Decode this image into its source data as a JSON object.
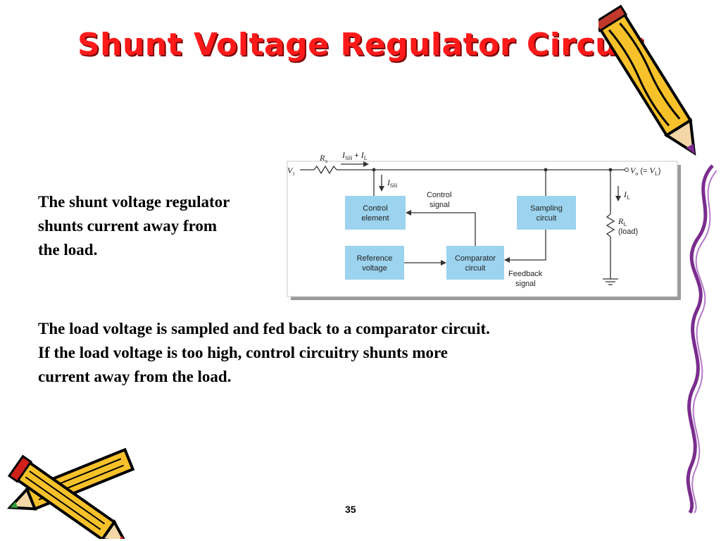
{
  "slide": {
    "title": "Shunt Voltage Regulator Circuit",
    "para_left_lines": [
      "The shunt voltage regulator",
      "shunts current away from",
      "the load."
    ],
    "para_bottom_lines": [
      "The load voltage is sampled and fed back to a comparator circuit.",
      "If the load voltage is too high, control circuitry shunts more",
      "current away from the load."
    ],
    "page_number": "35"
  },
  "diagram": {
    "vi_label": "V",
    "vi_sub": "i",
    "rs_label": "R",
    "rs_sub": "s",
    "top_current_a": "I",
    "top_current_a_sub": "SH",
    "top_current_plus": " + ",
    "top_current_b": "I",
    "top_current_b_sub": "L",
    "ish_label": "I",
    "ish_sub": "SH",
    "vo_label": "V",
    "vo_sub": "o",
    "vo_eq": " (= ",
    "vo_vl": "V",
    "vo_vl_sub": "L",
    "vo_close": ")",
    "il_label": "I",
    "il_sub": "L",
    "rl_label": "R",
    "rl_sub": "L",
    "rl_load": "(load)",
    "control_signal_l1": "Control",
    "control_signal_l2": "signal",
    "feedback_l1": "Feedback",
    "feedback_l2": "signal",
    "boxes": {
      "control_l1": "Control",
      "control_l2": "element",
      "sampling_l1": "Sampling",
      "sampling_l2": "circuit",
      "reference_l1": "Reference",
      "reference_l2": "voltage",
      "comparator_l1": "Comparator",
      "comparator_l2": "circuit"
    }
  },
  "colors": {
    "title": "#ff1a1a",
    "box_fill": "#9cd3ee",
    "pencil_yellow": "#f7c12a",
    "pencil_outline": "#000000"
  }
}
